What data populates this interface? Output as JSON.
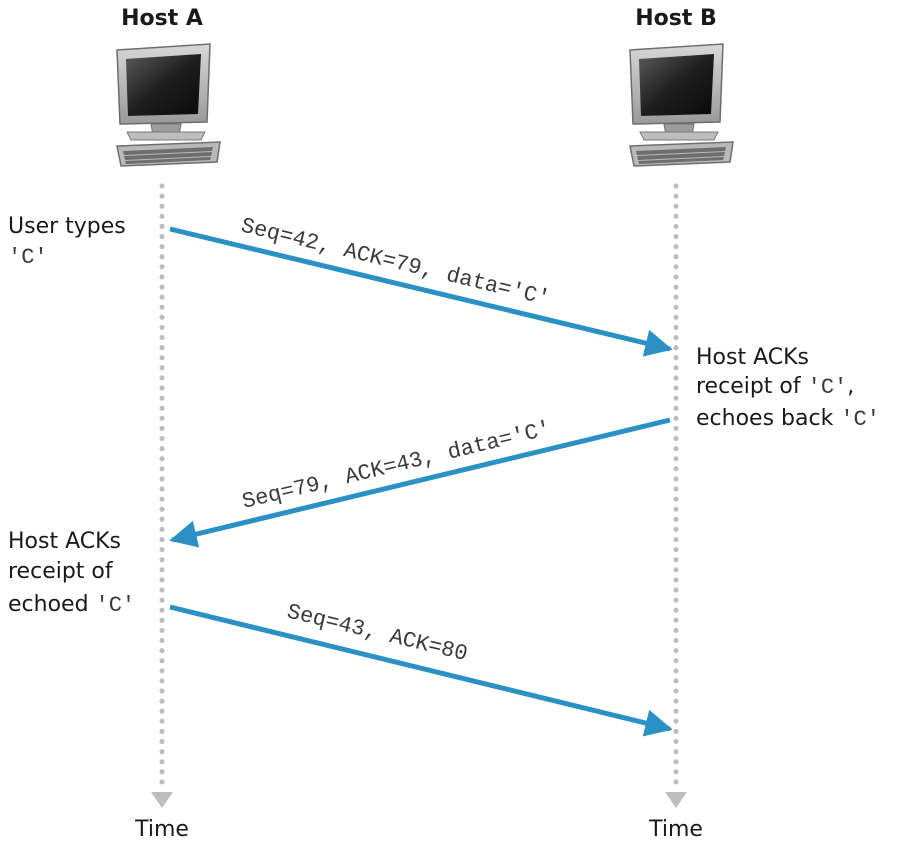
{
  "hosts": [
    {
      "name": "Host A",
      "time_label": "Time"
    },
    {
      "name": "Host B",
      "time_label": "Time"
    }
  ],
  "notes": {
    "a_types": {
      "line1": "User types",
      "line2": "'C'"
    },
    "b_acks": {
      "line1": "Host ACKs",
      "line2_prefix": "receipt of ",
      "line2_code": "'C'",
      "line2_suffix": ",",
      "line3_prefix": "echoes back ",
      "line3_code": "'C'"
    },
    "a_acks": {
      "line1": "Host ACKs",
      "line2": "receipt of",
      "line3_prefix": "echoed ",
      "line3_code": "'C'"
    }
  },
  "messages": [
    {
      "label": "Seq=42, ACK=79, data='C'",
      "direction": "A to B"
    },
    {
      "label": "Seq=79, ACK=43, data='C'",
      "direction": "B to A"
    },
    {
      "label": "Seq=43, ACK=80",
      "direction": "A to B"
    }
  ],
  "colors": {
    "arrow": "#2b90c4",
    "timeline": "#bdbdbd"
  }
}
